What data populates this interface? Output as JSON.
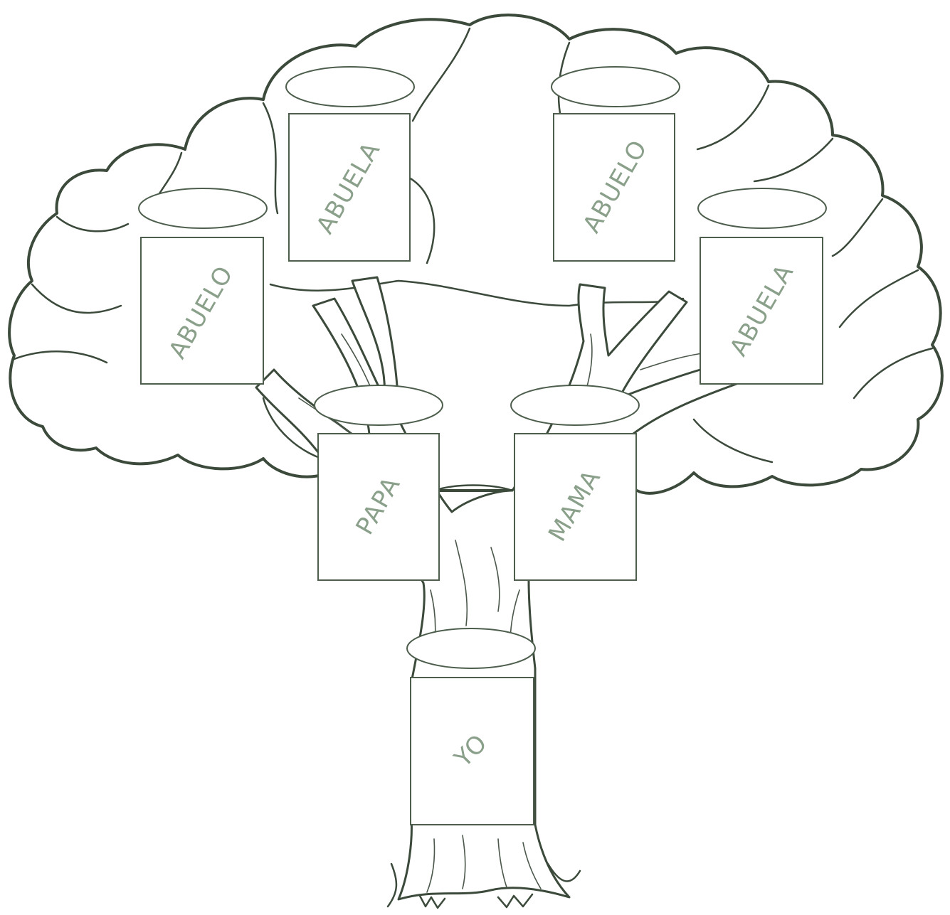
{
  "members": [
    {
      "id": "abuela-paterna",
      "label": "ABUELA"
    },
    {
      "id": "abuelo-materno",
      "label": "ABUELO"
    },
    {
      "id": "abuelo-paterno",
      "label": "ABUELO"
    },
    {
      "id": "abuela-materna",
      "label": "ABUELA"
    },
    {
      "id": "papa",
      "label": "PAPA"
    },
    {
      "id": "mama",
      "label": "MAMA"
    },
    {
      "id": "yo",
      "label": "YO"
    }
  ]
}
